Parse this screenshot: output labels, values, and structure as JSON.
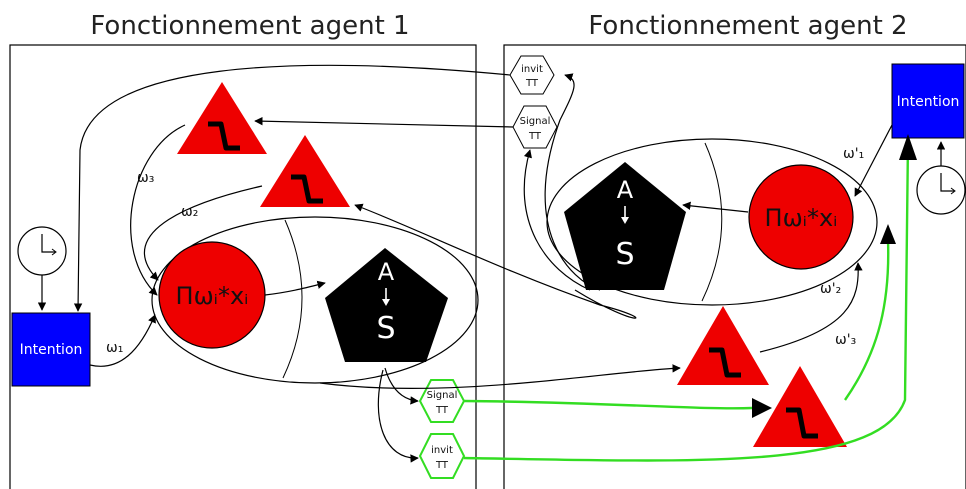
{
  "titles": {
    "agent1": "Fonctionnement agent 1",
    "agent2": "Fonctionnement agent 2"
  },
  "agent1": {
    "intention": "Intention",
    "sum": "Πωᵢ*xᵢ",
    "pentagon_top": "A",
    "pentagon_bottom": "S",
    "weights": {
      "w1": "ω₁",
      "w2": "ω₂",
      "w3": "ω₃"
    }
  },
  "agent2": {
    "intention": "Intention",
    "sum": "Πωᵢ*xᵢ",
    "pentagon_top": "A",
    "pentagon_bottom": "S",
    "weights": {
      "w1": "ω'₁",
      "w2": "ω'₂",
      "w3": "ω'₃"
    }
  },
  "signals": {
    "invit_top": "invit",
    "signal_top": "Signal",
    "signal_bottom": "Signal",
    "invit_bottom": "invit",
    "tt": "TT"
  },
  "colors": {
    "intention": "#0000ff",
    "sum": "#ee0000",
    "triangle": "#ee0000",
    "pentagon": "#000000",
    "active_link": "#33dd22"
  }
}
